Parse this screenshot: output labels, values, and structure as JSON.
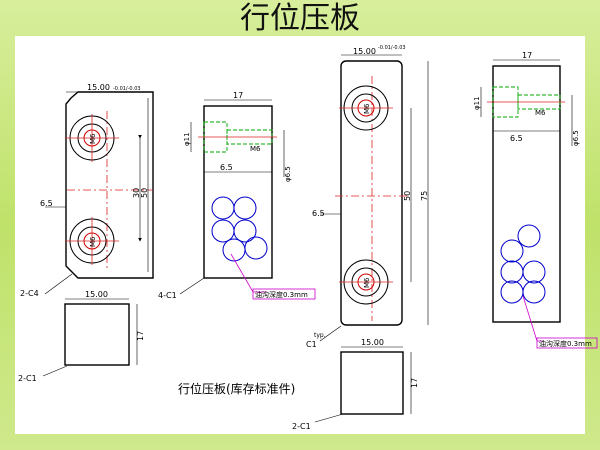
{
  "slide_title": "行位压板",
  "caption": "行位压板(库存标准件)",
  "part1": {
    "width": "15.00",
    "width_tol": "-0.01/-0.03",
    "height": "30",
    "height_tol": "-0.01/-0.03",
    "height2": "50",
    "offset": "6.5",
    "chamfer": "2-C4",
    "bolt": "M6"
  },
  "part2": {
    "width": "17",
    "hole": "M6",
    "dia": "φ11",
    "depth": "6.5",
    "depth2": "φ6.5",
    "chamfer": "4-C1",
    "note": "油沟深度0.3mm"
  },
  "part3": {
    "width": "15.00",
    "width_tol": "-0.01/-0.03",
    "height": "50",
    "height2": "75",
    "height_tol": "-0.01/-0.03",
    "offset": "6.5",
    "chamfer": "C1",
    "typ": "typ.",
    "bolt": "M6"
  },
  "part4": {
    "width": "17",
    "hole": "M6",
    "dia": "φ11",
    "depth": "6.5",
    "depth2": "φ6.5",
    "note": "油沟深度0.3mm"
  },
  "block1": {
    "width": "15.00",
    "height": "17",
    "chamfer": "2-C1"
  },
  "block2": {
    "width": "15.00",
    "height": "17",
    "chamfer": "2-C1"
  }
}
